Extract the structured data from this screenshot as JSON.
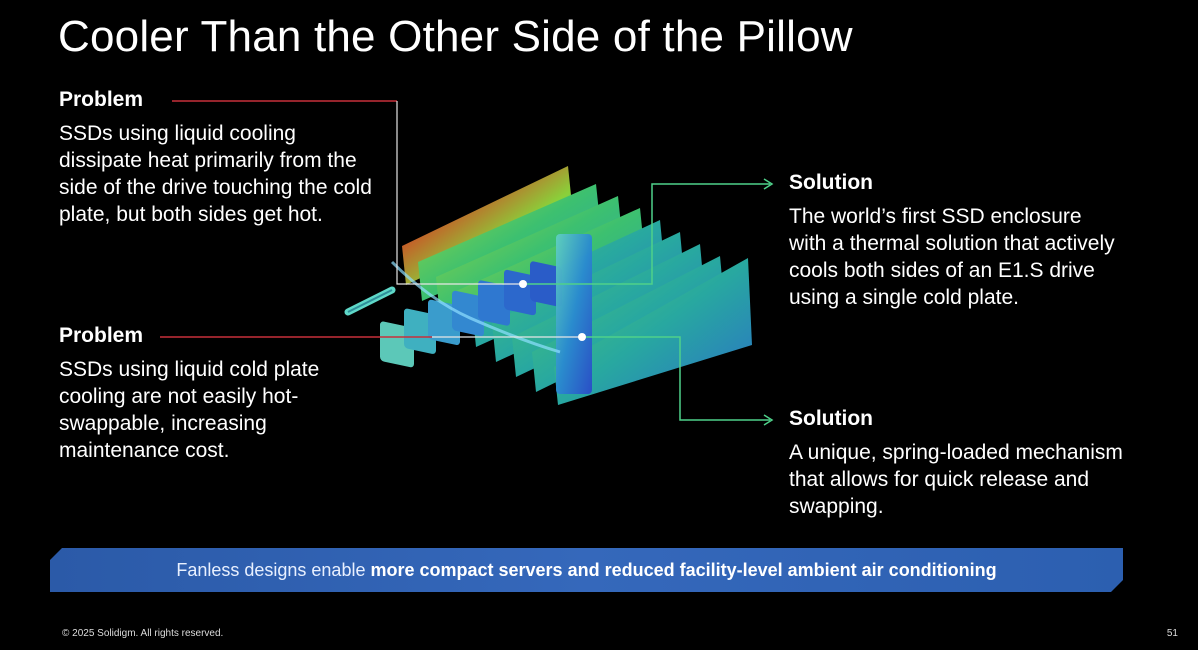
{
  "title": "Cooler Than the Other Side of the Pillow",
  "problems": [
    {
      "heading": "Problem",
      "text": "SSDs using liquid cooling dissipate heat primarily from the side of the drive touching the cold plate, but both sides get hot."
    },
    {
      "heading": "Problem",
      "text": "SSDs using liquid cold plate cooling are not easily hot-swappable, increasing maintenance cost."
    }
  ],
  "solutions": [
    {
      "heading": "Solution",
      "text": "The world’s first SSD enclosure with a thermal solution that actively cools both sides of an E1.S drive using a single cold plate."
    },
    {
      "heading": "Solution",
      "text": "A unique, spring-loaded mechanism that allows for quick release and swapping."
    }
  ],
  "banner": {
    "prefix": "Fanless designs enable ",
    "emphasis": "more compact servers and reduced facility-level ambient air conditioning"
  },
  "footer": {
    "copyright": "© 2025 Solidigm. All rights reserved.",
    "page_number": "51"
  },
  "colors": {
    "background": "#000000",
    "banner": "#2f63b4",
    "problem_line": "#c8303a",
    "solution_line": "#4fd18a"
  }
}
